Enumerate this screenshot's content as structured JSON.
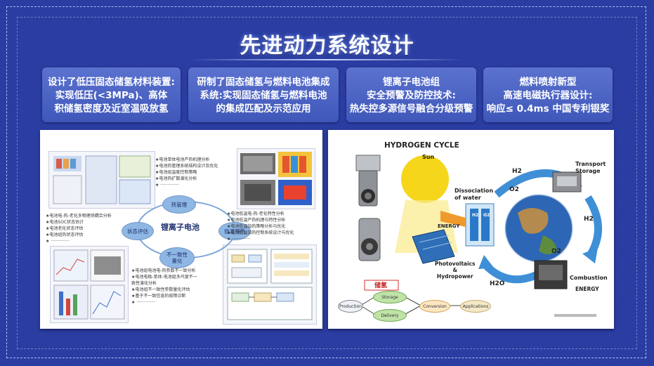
{
  "title": "先进动力系统设计",
  "cards": [
    {
      "lines": [
        "设计了低压固态储氢材料装置:",
        "实现低压(<3MPa)、高体",
        "积储氢密度及近室温吸放氢"
      ]
    },
    {
      "lines": [
        "研制了固态储氢与燃料电池集成",
        "系统:实现固态储氢与燃料电池",
        "的集成匹配及示范应用"
      ]
    },
    {
      "lines": [
        "锂离子电池组",
        "安全预警及防控技术:",
        "热失控多源信号融合分级预警"
      ]
    },
    {
      "lines": [
        "燃料喷射新型",
        "高速电磁执行器设计:",
        "响应≤ 0.4ms 中国专利银奖"
      ]
    }
  ],
  "battery": {
    "center": "锂离子电池",
    "nodes": [
      "热管理",
      "低温预热",
      "不一致性\n量化",
      "状态评估"
    ],
    "thermal_list": [
      "★电池单体电池产热机理分析",
      "★电池热管理系统结构设计及优化",
      "★电池组温度控制策略",
      "★电池热扩散演化分析",
      "★ ··············"
    ],
    "state_list": [
      "★电池电-热-老化多物理场耦合分析",
      "★电池SOC状态估计",
      "★电池老化状态评估",
      "★电池组热状态评估",
      "★ ··············"
    ],
    "lowtemp_list": [
      "★电池低温电-热-老化特性分析",
      "★电池低温产热机理与特性分析",
      "★电池低温加热策略分析与优化",
      "★电池低温加热控制系统设计与优化",
      "★ ··············"
    ],
    "consistency_list": [
      "★电池组电池电-热参数不一致分析",
      "★电池电极-单体-电池组多尺度不一",
      "  致性演化分析",
      "★电池组不一致性参数量化评估",
      "★基于不一致信息的故障诊断",
      "★ ··············"
    ]
  },
  "hydrogen": {
    "title": "HYDROGEN CYCLE",
    "sun": "Sun",
    "dissociation": "Dissociation\nof water",
    "energy_left": "ENERGY",
    "h2_top": "H2",
    "o2_top": "O2",
    "transport": "Transport\nStorage",
    "h2_right": "H2",
    "o2_right": "O2",
    "combustion": "Combustion",
    "energy_right": "ENERGY",
    "h2o": "H2O",
    "pv": "Photovoltaics\n&\nHydropower",
    "storage_tag": "储氢",
    "flow": [
      "Production",
      "Storage",
      "Delivery",
      "Conversion",
      "Applications"
    ],
    "h_label": "H2",
    "o_label": "O2"
  },
  "colors": {
    "background": "#2a3ea2",
    "card": "#4a62c4",
    "accent": "#6fb0e6"
  }
}
